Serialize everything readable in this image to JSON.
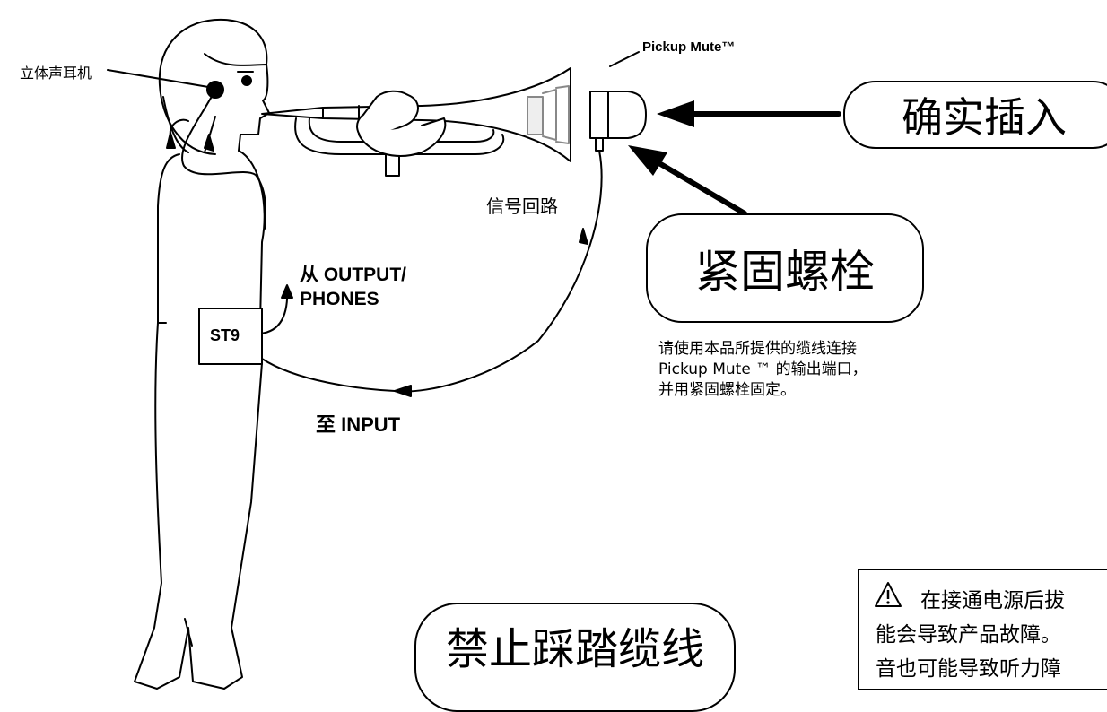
{
  "labels": {
    "headphones": "立体声耳机",
    "pickup_mute": "Pickup Mute™",
    "insert_firmly": "确实插入",
    "signal_path": "信号回路",
    "fix_screw": "紧固螺栓",
    "from_output": "从 OUTPUT/",
    "phones": "PHONES",
    "unit": "ST9",
    "to_input": "至 INPUT",
    "no_step": "禁止踩踏缆线"
  },
  "note": {
    "line1": "请使用本品所提供的缆线连接",
    "line2": "Pickup Mute ™ 的输出端口，",
    "line3": "并用紧固螺栓固定。"
  },
  "warning": {
    "icon": "warning-triangle-icon",
    "line1": "在接通电源后拔",
    "line2": "能会导致产品故障。",
    "line3": "音也可能导致听力障"
  }
}
